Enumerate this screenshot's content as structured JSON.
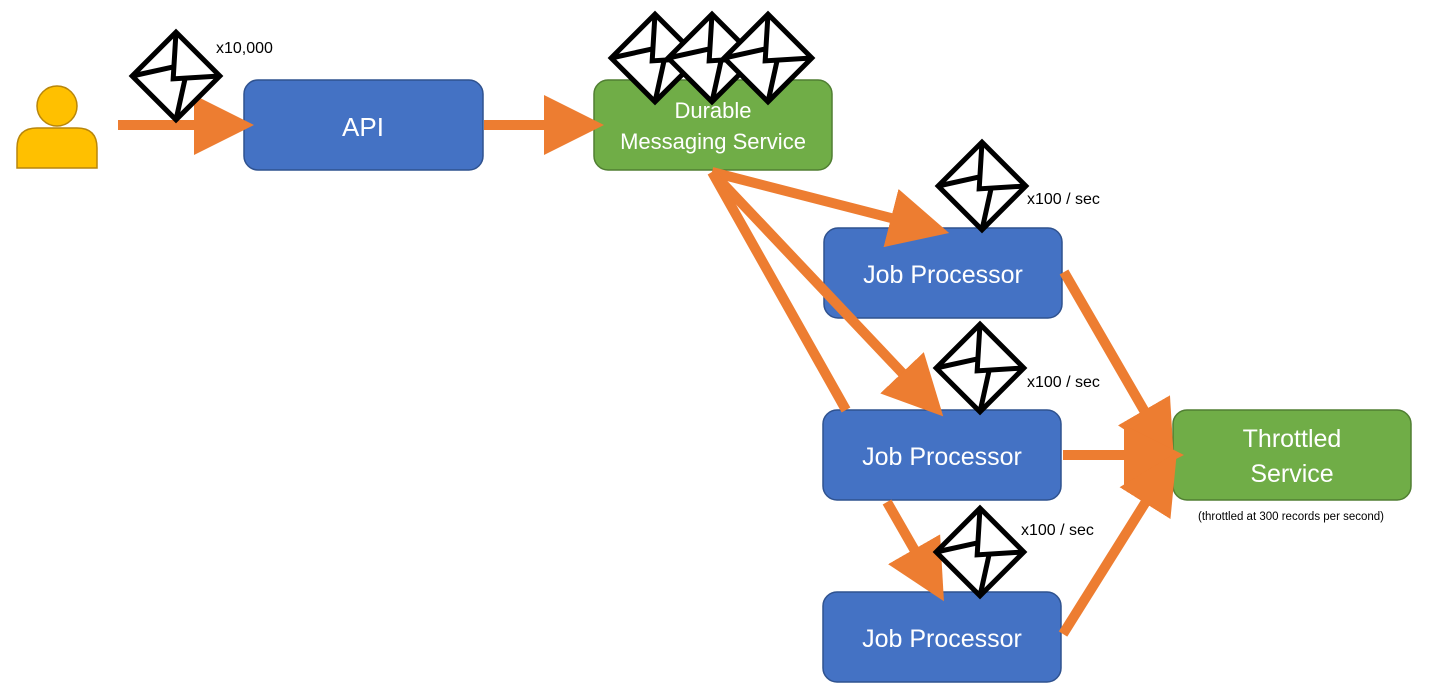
{
  "colors": {
    "arrow": "#ED7D31",
    "blue_box": "#4472C4",
    "blue_border": "#2F528F",
    "green_box": "#70AD47",
    "green_border": "#507E32",
    "user": "#FFC000",
    "user_border": "#B8860B"
  },
  "icons": {
    "user": "user-icon",
    "envelope": "envelope-icon"
  },
  "nodes": {
    "api": {
      "label": "API"
    },
    "durable": {
      "line1": "Durable",
      "line2": "Messaging Service"
    },
    "job1": {
      "label": "Job Processor"
    },
    "job2": {
      "label": "Job Processor"
    },
    "job3": {
      "label": "Job Processor"
    },
    "throttled": {
      "line1": "Throttled",
      "line2": "Service"
    }
  },
  "annotations": {
    "incoming": "x10,000",
    "rate1": "x100 / sec",
    "rate2": "x100 / sec",
    "rate3": "x100 / sec",
    "throttle_note": "(throttled at 300 records per second)"
  }
}
